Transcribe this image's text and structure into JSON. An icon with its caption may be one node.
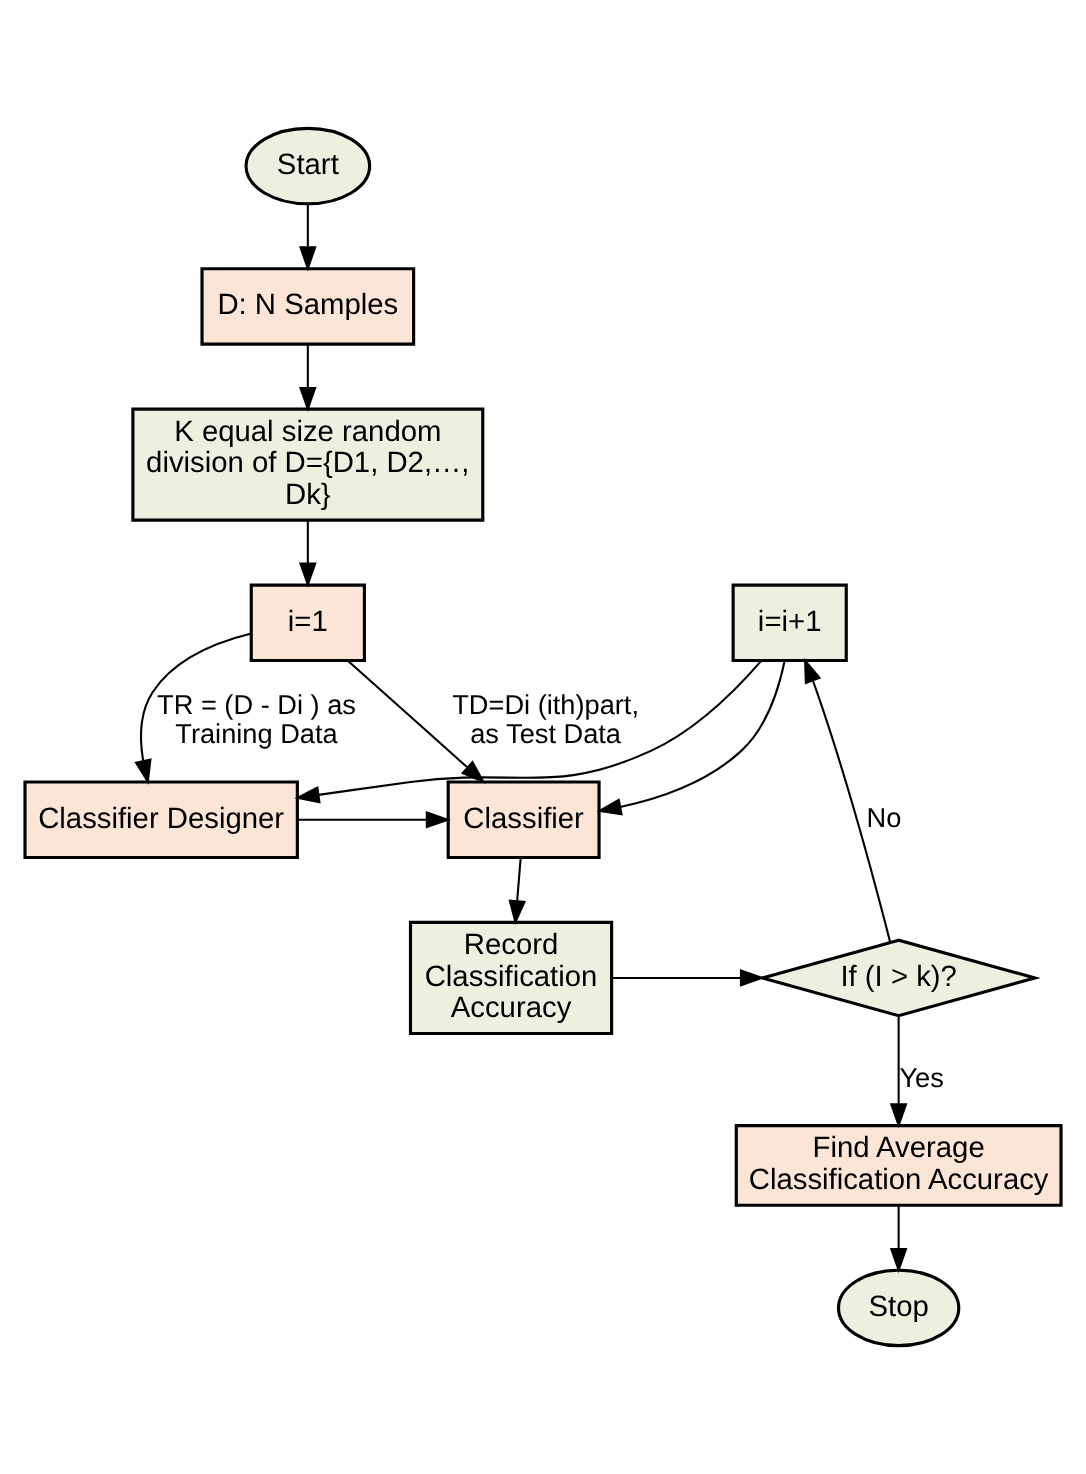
{
  "diagram": {
    "nodes": [
      {
        "text": [
          "Start"
        ]
      },
      {
        "text": [
          "D: N Samples"
        ]
      },
      {
        "text": [
          "K equal size random division of D={D1, D2,…, Dk}"
        ]
      },
      {
        "text": [
          "i=1"
        ]
      },
      {
        "text": [
          "i=i+1"
        ]
      },
      {
        "text": [
          "Classifier"
        ]
      },
      {
        "text": [
          "Classifier Designer"
        ]
      },
      {
        "text": [
          "Record Classification Accuracy"
        ]
      },
      {
        "text": [
          "If (I > k)?"
        ]
      },
      {
        "text": [
          "Find Average  Classification Accuracy"
        ]
      },
      {
        "text": [
          "Stop"
        ]
      }
    ],
    "edges": [
      {
        "from": 0,
        "to": 1,
        "arrow": "to"
      },
      {
        "from": 1,
        "to": 2,
        "arrow": "to"
      },
      {
        "from": 2,
        "to": 3,
        "arrow": "to"
      },
      {
        "from": 3,
        "to": 5,
        "arrow": "to",
        "label": "TD=Di (ith)part, as Test Data"
      },
      {
        "from": 3,
        "to": 6,
        "arrow": "to",
        "label": "TR = (D - Di ) as Training Data"
      },
      {
        "from": 4,
        "to": 5,
        "arrow": "to"
      },
      {
        "from": 4,
        "to": 6,
        "arrow": "to"
      },
      {
        "from": 6,
        "to": 5,
        "arrow": "to"
      },
      {
        "from": 5,
        "to": 7,
        "arrow": "to"
      },
      {
        "from": 7,
        "to": 8,
        "arrow": "to"
      },
      {
        "from": 8,
        "to": 4,
        "arrow": "to",
        "label": "No"
      },
      {
        "from": 8,
        "to": 9,
        "arrow": "to",
        "label": "Yes"
      },
      {
        "from": 9,
        "to": 10,
        "arrow": "to"
      }
    ]
  }
}
